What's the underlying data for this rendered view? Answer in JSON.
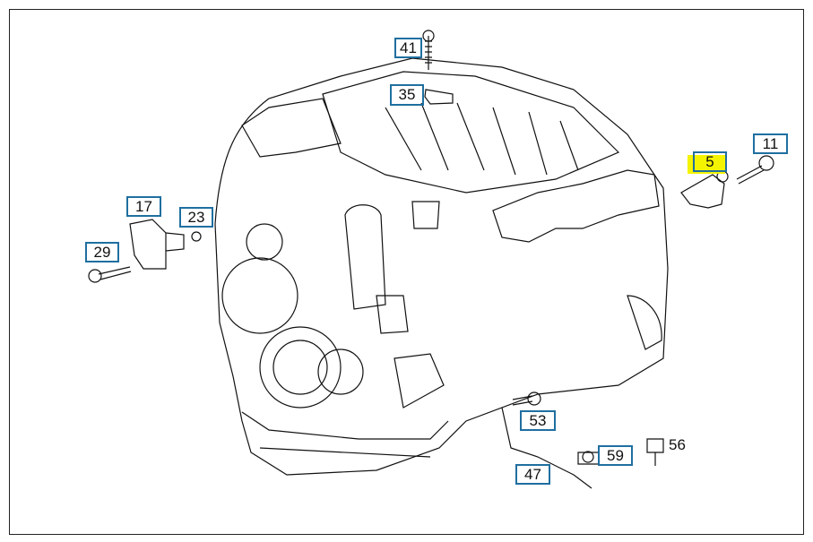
{
  "diagram": {
    "highlight_color": "#f4f400",
    "callout_border_color": "#1f6fa0",
    "callouts": [
      {
        "id": "41",
        "label": "41"
      },
      {
        "id": "35",
        "label": "35"
      },
      {
        "id": "5",
        "label": "5",
        "highlighted": true
      },
      {
        "id": "11",
        "label": "11"
      },
      {
        "id": "17",
        "label": "17"
      },
      {
        "id": "23",
        "label": "23"
      },
      {
        "id": "29",
        "label": "29"
      },
      {
        "id": "53",
        "label": "53"
      },
      {
        "id": "59",
        "label": "59"
      },
      {
        "id": "56",
        "label": "56"
      },
      {
        "id": "47",
        "label": "47"
      }
    ]
  }
}
